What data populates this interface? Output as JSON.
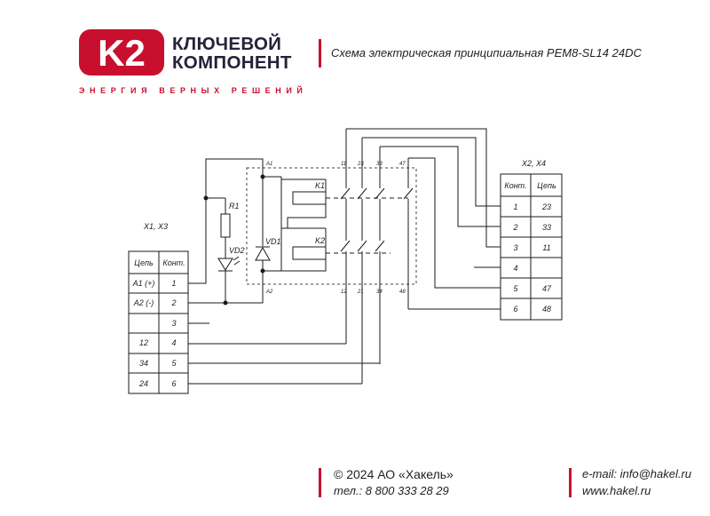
{
  "brand": {
    "logo_text": "K2",
    "name_line1": "КЛЮЧЕВОЙ",
    "name_line2": "КОМПОНЕНТ",
    "tagline": "ЭНЕРГИЯ ВЕРНЫХ РЕШЕНИЙ"
  },
  "document": {
    "title": "Схема электрическая принципиальная РЕМ8-SL14 24DC"
  },
  "colors": {
    "accent": "#c8102e",
    "text": "#23233a",
    "line": "#1a1a1a"
  },
  "left_table": {
    "caption": "X1, X3",
    "headers": [
      "Цепь",
      "Конт."
    ],
    "rows": [
      [
        "A1 (+)",
        "1"
      ],
      [
        "A2 (-)",
        "2"
      ],
      [
        "",
        "3"
      ],
      [
        "12",
        "4"
      ],
      [
        "34",
        "5"
      ],
      [
        "24",
        "6"
      ]
    ]
  },
  "right_table": {
    "caption": "X2, X4",
    "headers": [
      "Конт.",
      "Цепь"
    ],
    "rows": [
      [
        "1",
        "23"
      ],
      [
        "2",
        "33"
      ],
      [
        "3",
        "11"
      ],
      [
        "4",
        ""
      ],
      [
        "5",
        "47"
      ],
      [
        "6",
        "48"
      ]
    ]
  },
  "components": {
    "resistor": "R1",
    "led": "VD2",
    "diode": "VD1",
    "coil1": "K1",
    "coil2": "K2"
  },
  "terminals": {
    "a1": "A1",
    "a2": "A2",
    "top": [
      "11",
      "23",
      "33",
      "47"
    ],
    "bottom": [
      "12",
      "21",
      "34",
      "48"
    ]
  },
  "footer": {
    "copyright": "© 2024 АО «Хакель»",
    "phone": "тел.: 8 800 333 28 29",
    "email": "e-mail: info@hakel.ru",
    "website": "www.hakel.ru"
  }
}
